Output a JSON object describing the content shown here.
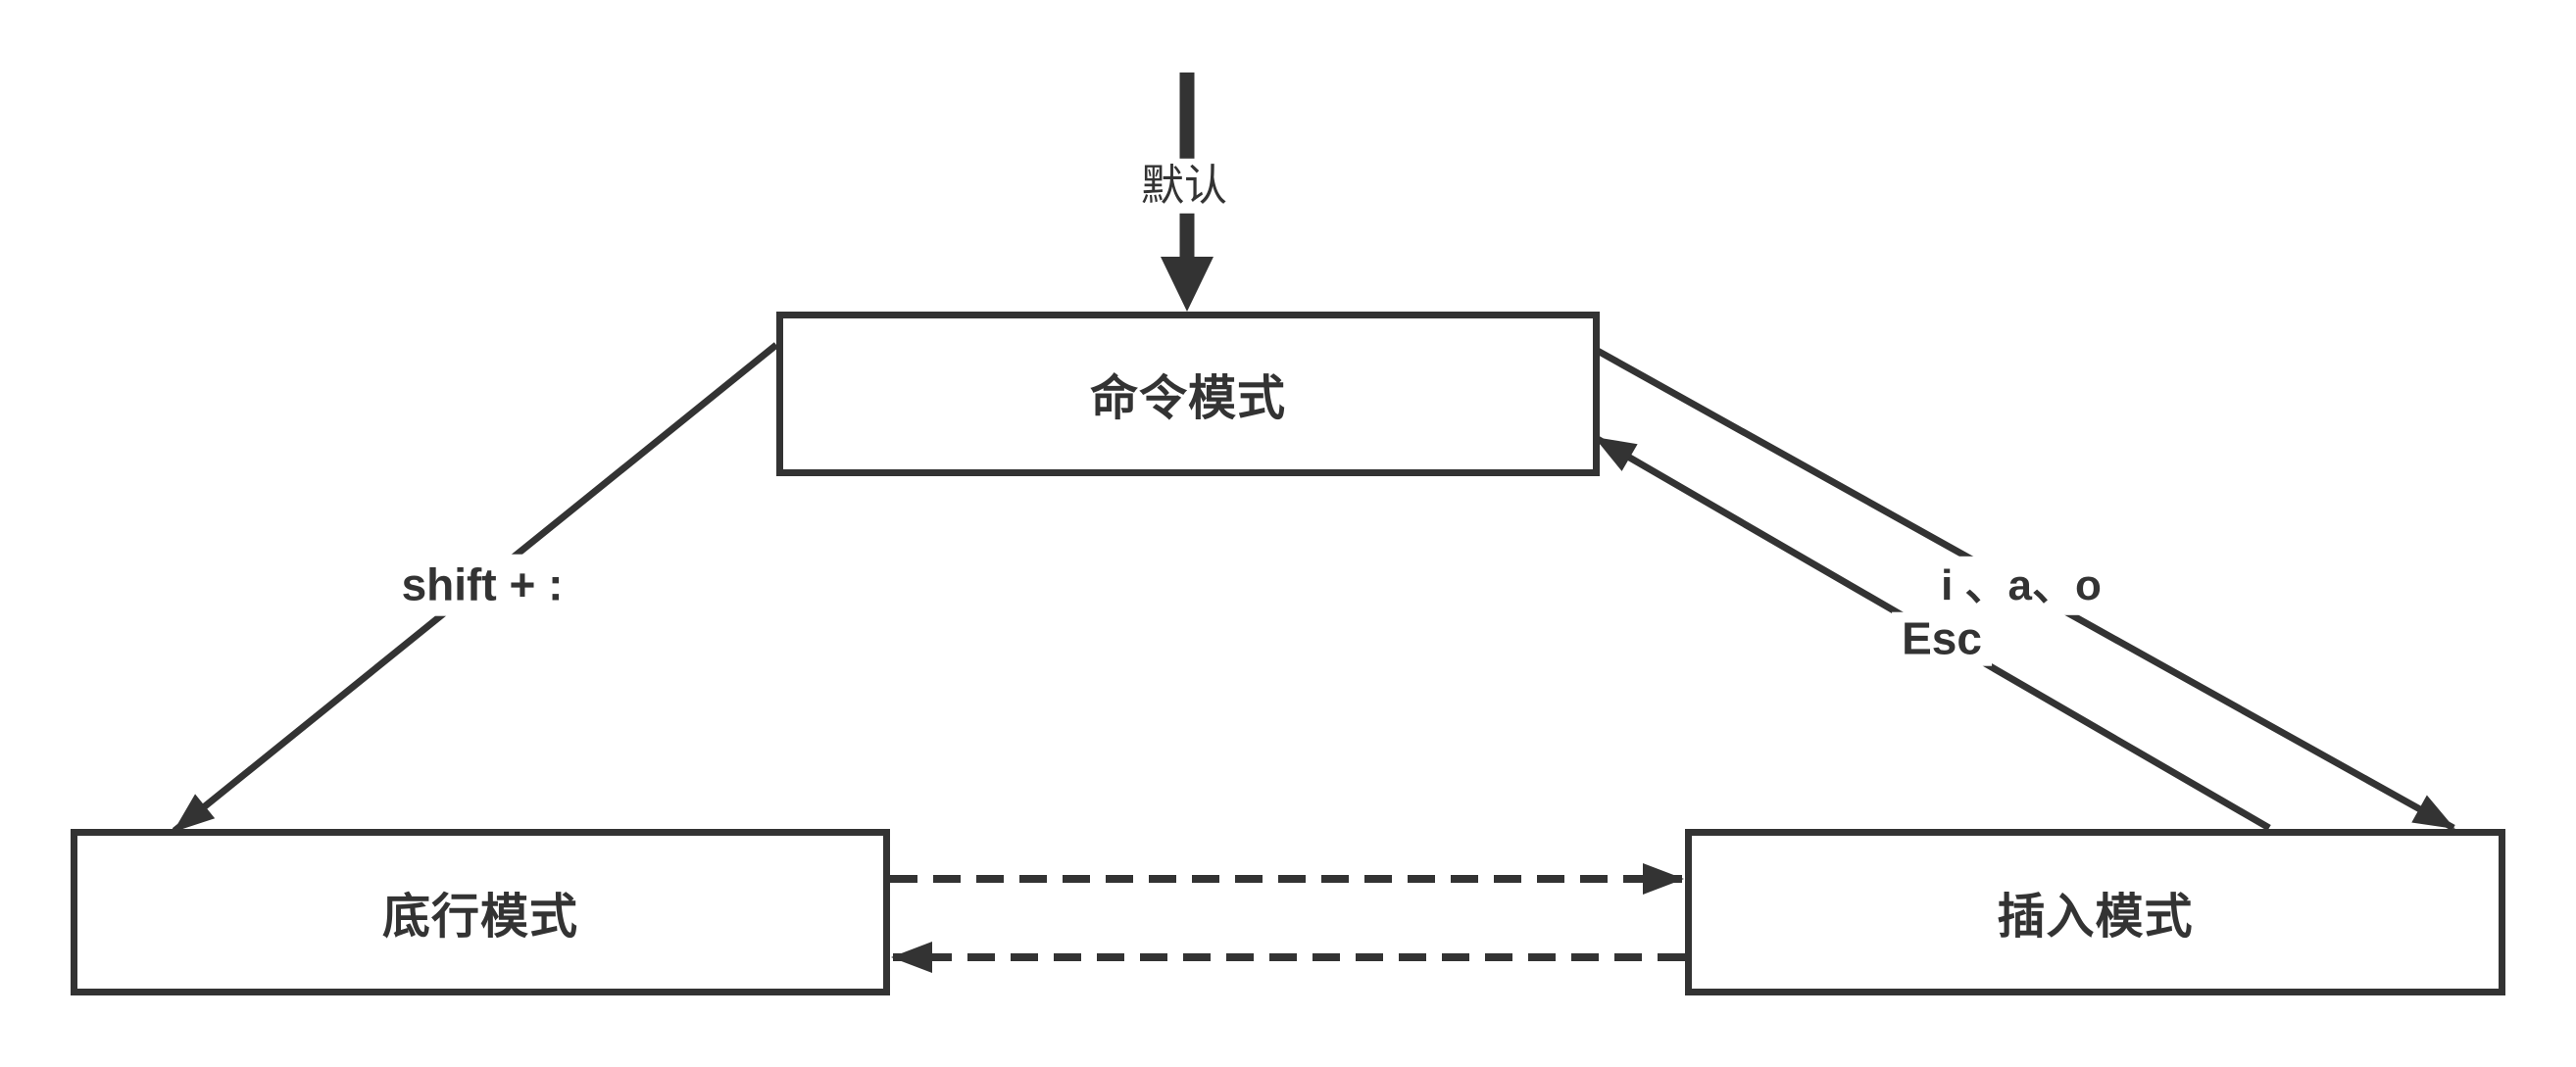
{
  "colors": {
    "background": "#ffffff",
    "stroke": "#333333",
    "text": "#333333"
  },
  "nodes": [
    {
      "id": "command-mode",
      "label": "命令模式"
    },
    {
      "id": "lastline-mode",
      "label": "底行模式"
    },
    {
      "id": "insert-mode",
      "label": "插入模式"
    }
  ],
  "edge_labels": {
    "default_entry": "默认",
    "shift_colon": "shift + :",
    "insert_keys": "i 、a、o",
    "esc": "Esc"
  }
}
